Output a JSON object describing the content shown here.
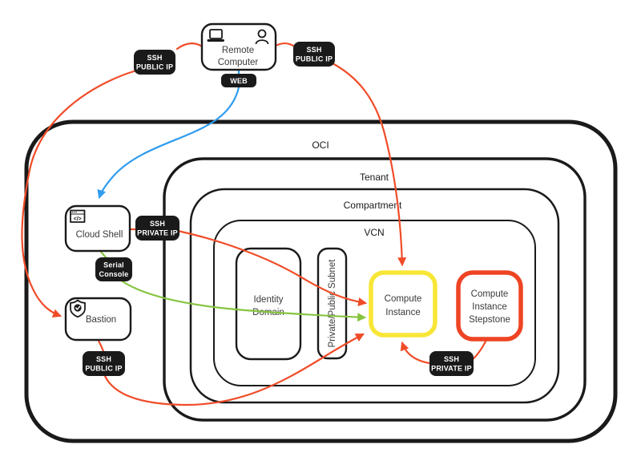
{
  "colors": {
    "red": "#F04C28",
    "blue": "#2E9CEF",
    "green": "#86C440",
    "yellow": "#F8E636",
    "stepstone": "#EE4423",
    "pill": "#1A1A1A"
  },
  "containers": {
    "oci": {
      "label": "OCI"
    },
    "tenant": {
      "label": "Tenant"
    },
    "compartment": {
      "label": "Compartment"
    },
    "vcn": {
      "label": "VCN"
    }
  },
  "nodes": {
    "remote_computer": {
      "line1": "Remote",
      "line2": "Computer"
    },
    "cloud_shell": {
      "label": "Cloud Shell"
    },
    "bastion": {
      "label": "Bastion"
    },
    "identity_domain": {
      "line1": "Identity",
      "line2": "Domain"
    },
    "subnet": {
      "label": "Private/Public Subnet"
    },
    "compute_instance": {
      "line1": "Compute",
      "line2": "Instance"
    },
    "stepstone": {
      "line1": "Compute",
      "line2": "Instance",
      "line3": "Stepstone"
    }
  },
  "edge_labels": {
    "ssh_public_ip_top_left": {
      "line1": "SSH",
      "line2": "PUBLIC IP"
    },
    "ssh_public_ip_top_right": {
      "line1": "SSH",
      "line2": "PUBLIC IP"
    },
    "ssh_public_ip_bastion": {
      "line1": "SSH",
      "line2": "PUBLIC IP"
    },
    "ssh_private_ip_cloud_shell": {
      "line1": "SSH",
      "line2": "PRIVATE IP"
    },
    "ssh_private_ip_stepstone": {
      "line1": "SSH",
      "line2": "PRIVATE IP"
    },
    "web": {
      "label": "WEB"
    },
    "serial_console": {
      "line1": "Serial",
      "line2": "Console"
    }
  }
}
